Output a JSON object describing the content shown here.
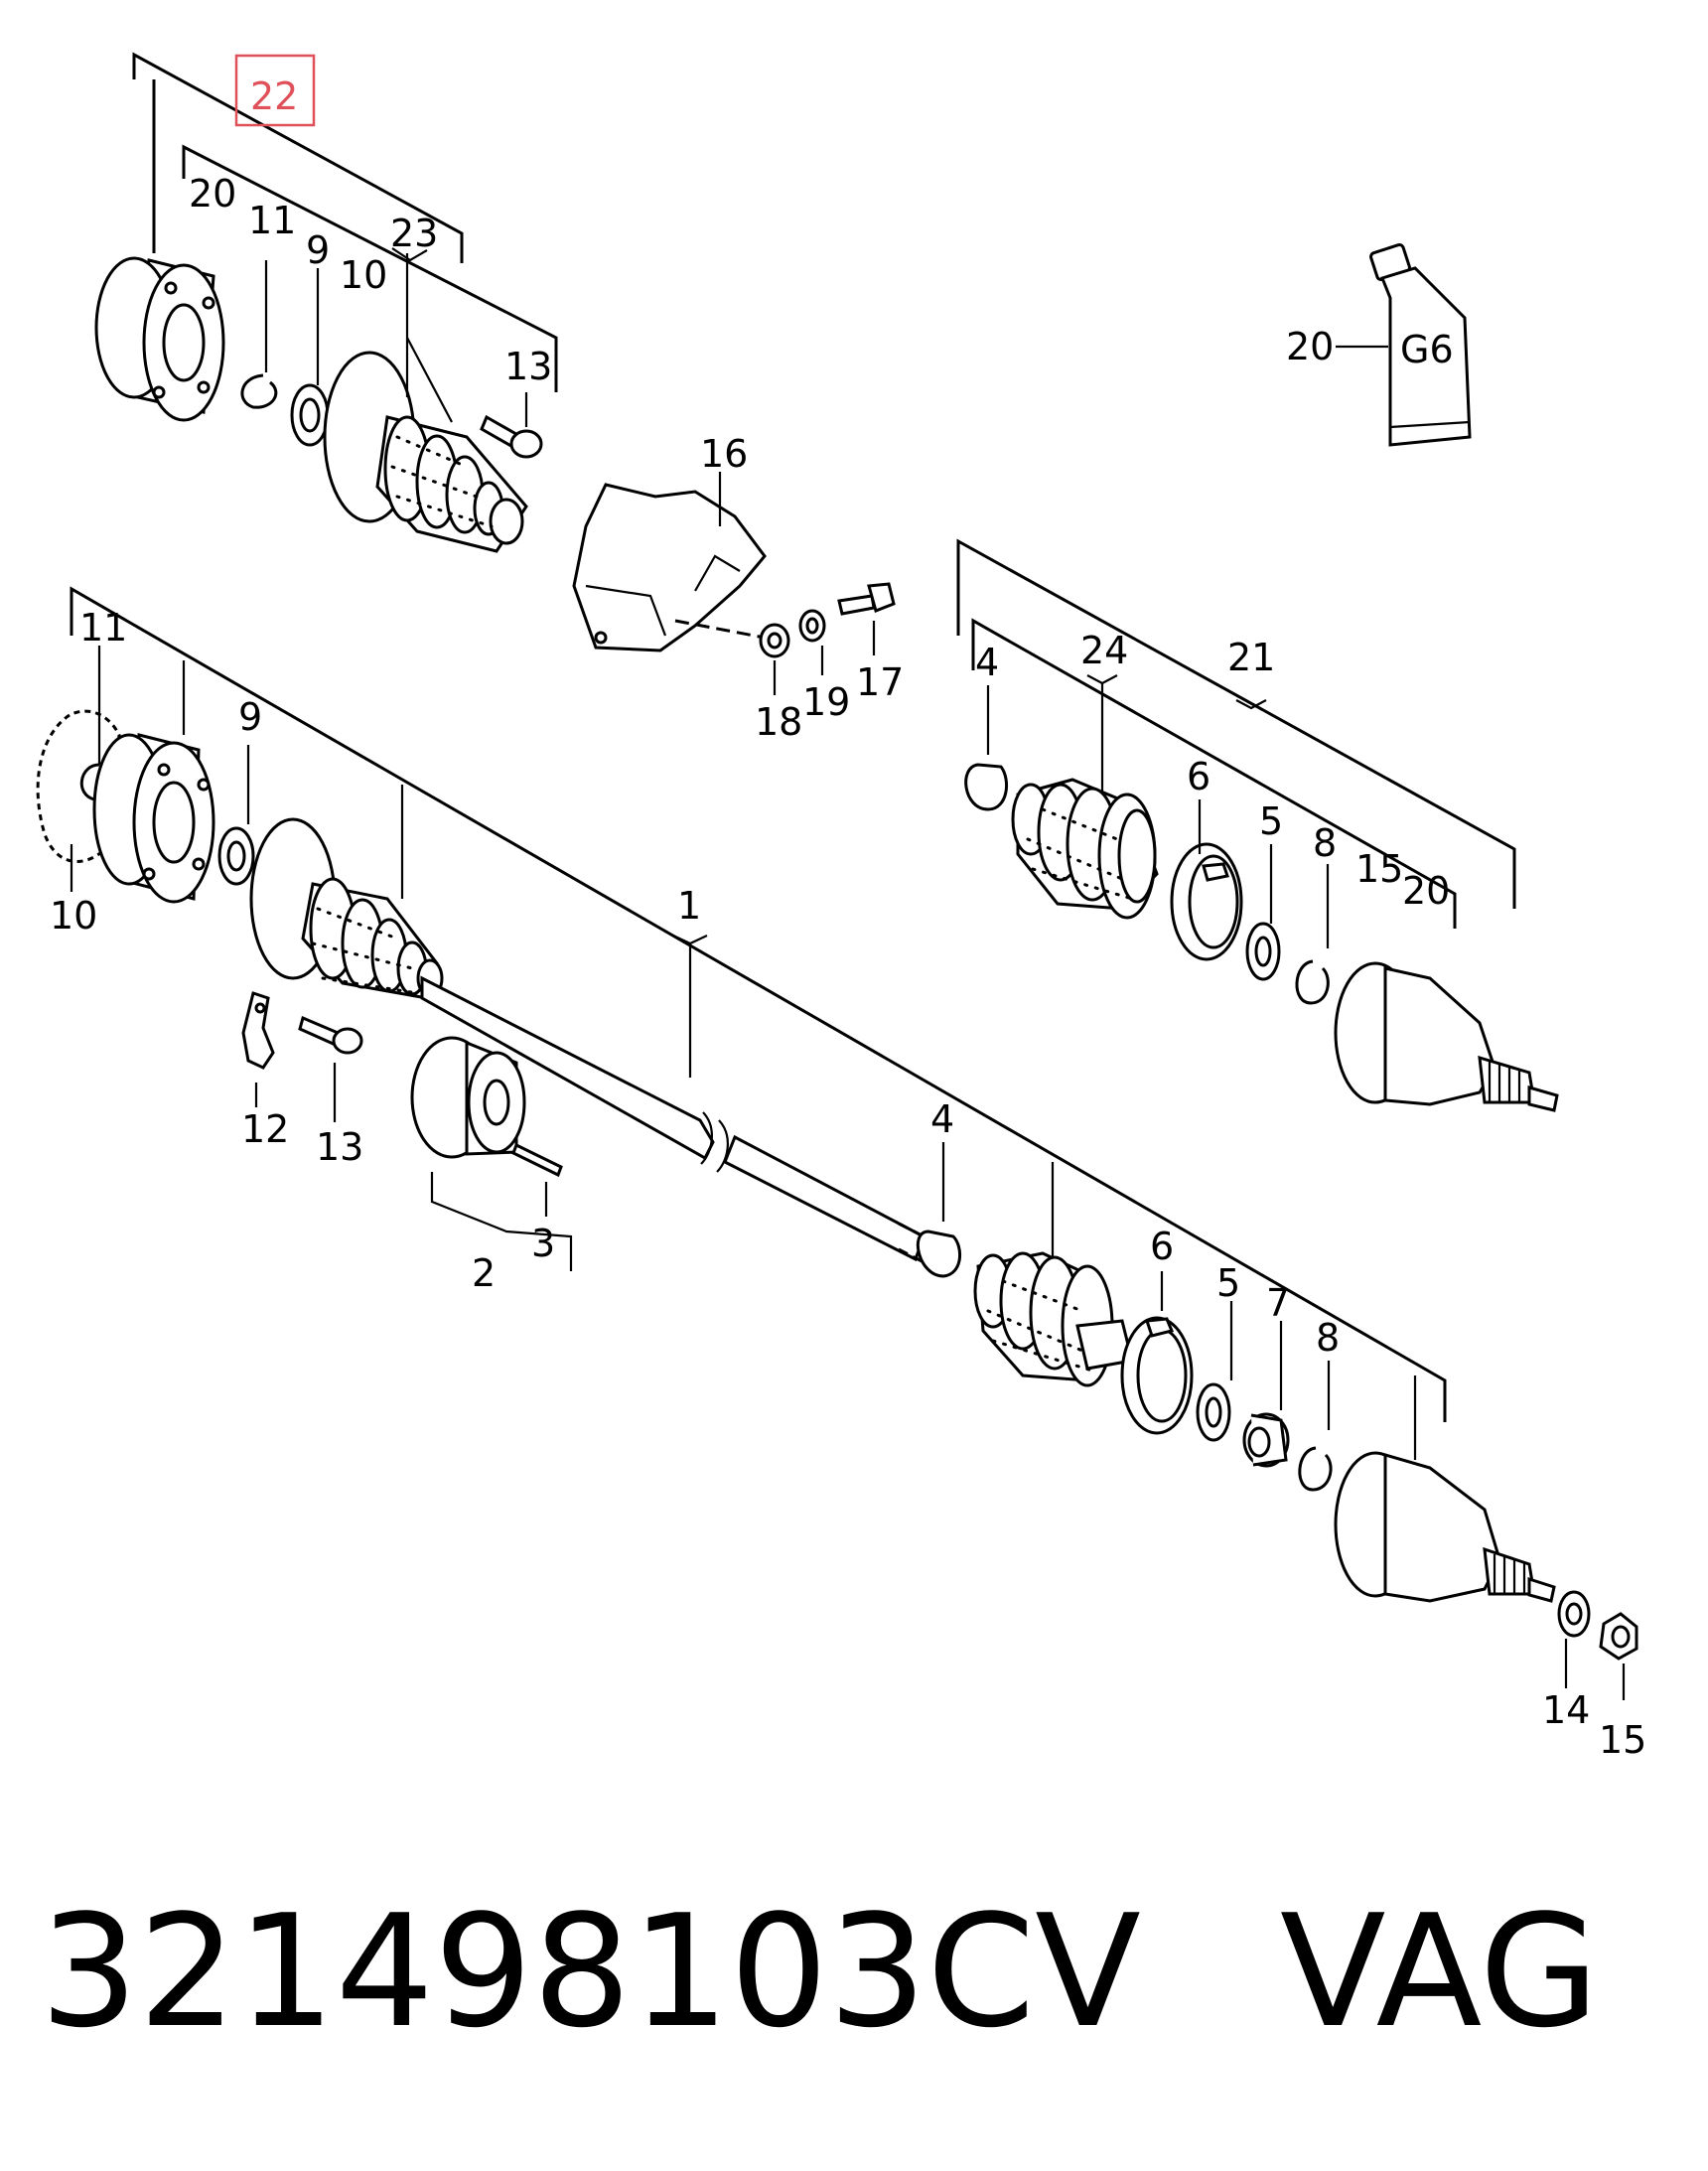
{
  "diagram": {
    "callouts": [
      {
        "id": "c1",
        "text": "1"
      },
      {
        "id": "c2",
        "text": "2"
      },
      {
        "id": "c3",
        "text": "3"
      },
      {
        "id": "c4a",
        "text": "4"
      },
      {
        "id": "c4b",
        "text": "4"
      },
      {
        "id": "c5a",
        "text": "5"
      },
      {
        "id": "c5b",
        "text": "5"
      },
      {
        "id": "c6a",
        "text": "6"
      },
      {
        "id": "c6b",
        "text": "6"
      },
      {
        "id": "c7",
        "text": "7"
      },
      {
        "id": "c8a",
        "text": "8"
      },
      {
        "id": "c8b",
        "text": "8"
      },
      {
        "id": "c9a",
        "text": "9"
      },
      {
        "id": "c9b",
        "text": "9"
      },
      {
        "id": "c10a",
        "text": "10"
      },
      {
        "id": "c10b",
        "text": "10"
      },
      {
        "id": "c11a",
        "text": "11"
      },
      {
        "id": "c11b",
        "text": "11"
      },
      {
        "id": "c12",
        "text": "12"
      },
      {
        "id": "c13a",
        "text": "13"
      },
      {
        "id": "c13b",
        "text": "13"
      },
      {
        "id": "c14",
        "text": "14"
      },
      {
        "id": "c15a",
        "text": "15"
      },
      {
        "id": "c15b",
        "text": "15"
      },
      {
        "id": "c16",
        "text": "16"
      },
      {
        "id": "c17",
        "text": "17"
      },
      {
        "id": "c18",
        "text": "18"
      },
      {
        "id": "c19",
        "text": "19"
      },
      {
        "id": "c20a",
        "text": "20"
      },
      {
        "id": "c20b",
        "text": "20"
      },
      {
        "id": "c20c",
        "text": "20"
      },
      {
        "id": "c21",
        "text": "21"
      },
      {
        "id": "c22",
        "text": "22"
      },
      {
        "id": "c23",
        "text": "23"
      },
      {
        "id": "c24",
        "text": "24"
      }
    ],
    "highlighted_callout": "22",
    "highlight_color": "#e0505a",
    "grease_tube_label": "G6"
  },
  "footer": {
    "part_number": "321498103CV",
    "brand": "VAG"
  }
}
